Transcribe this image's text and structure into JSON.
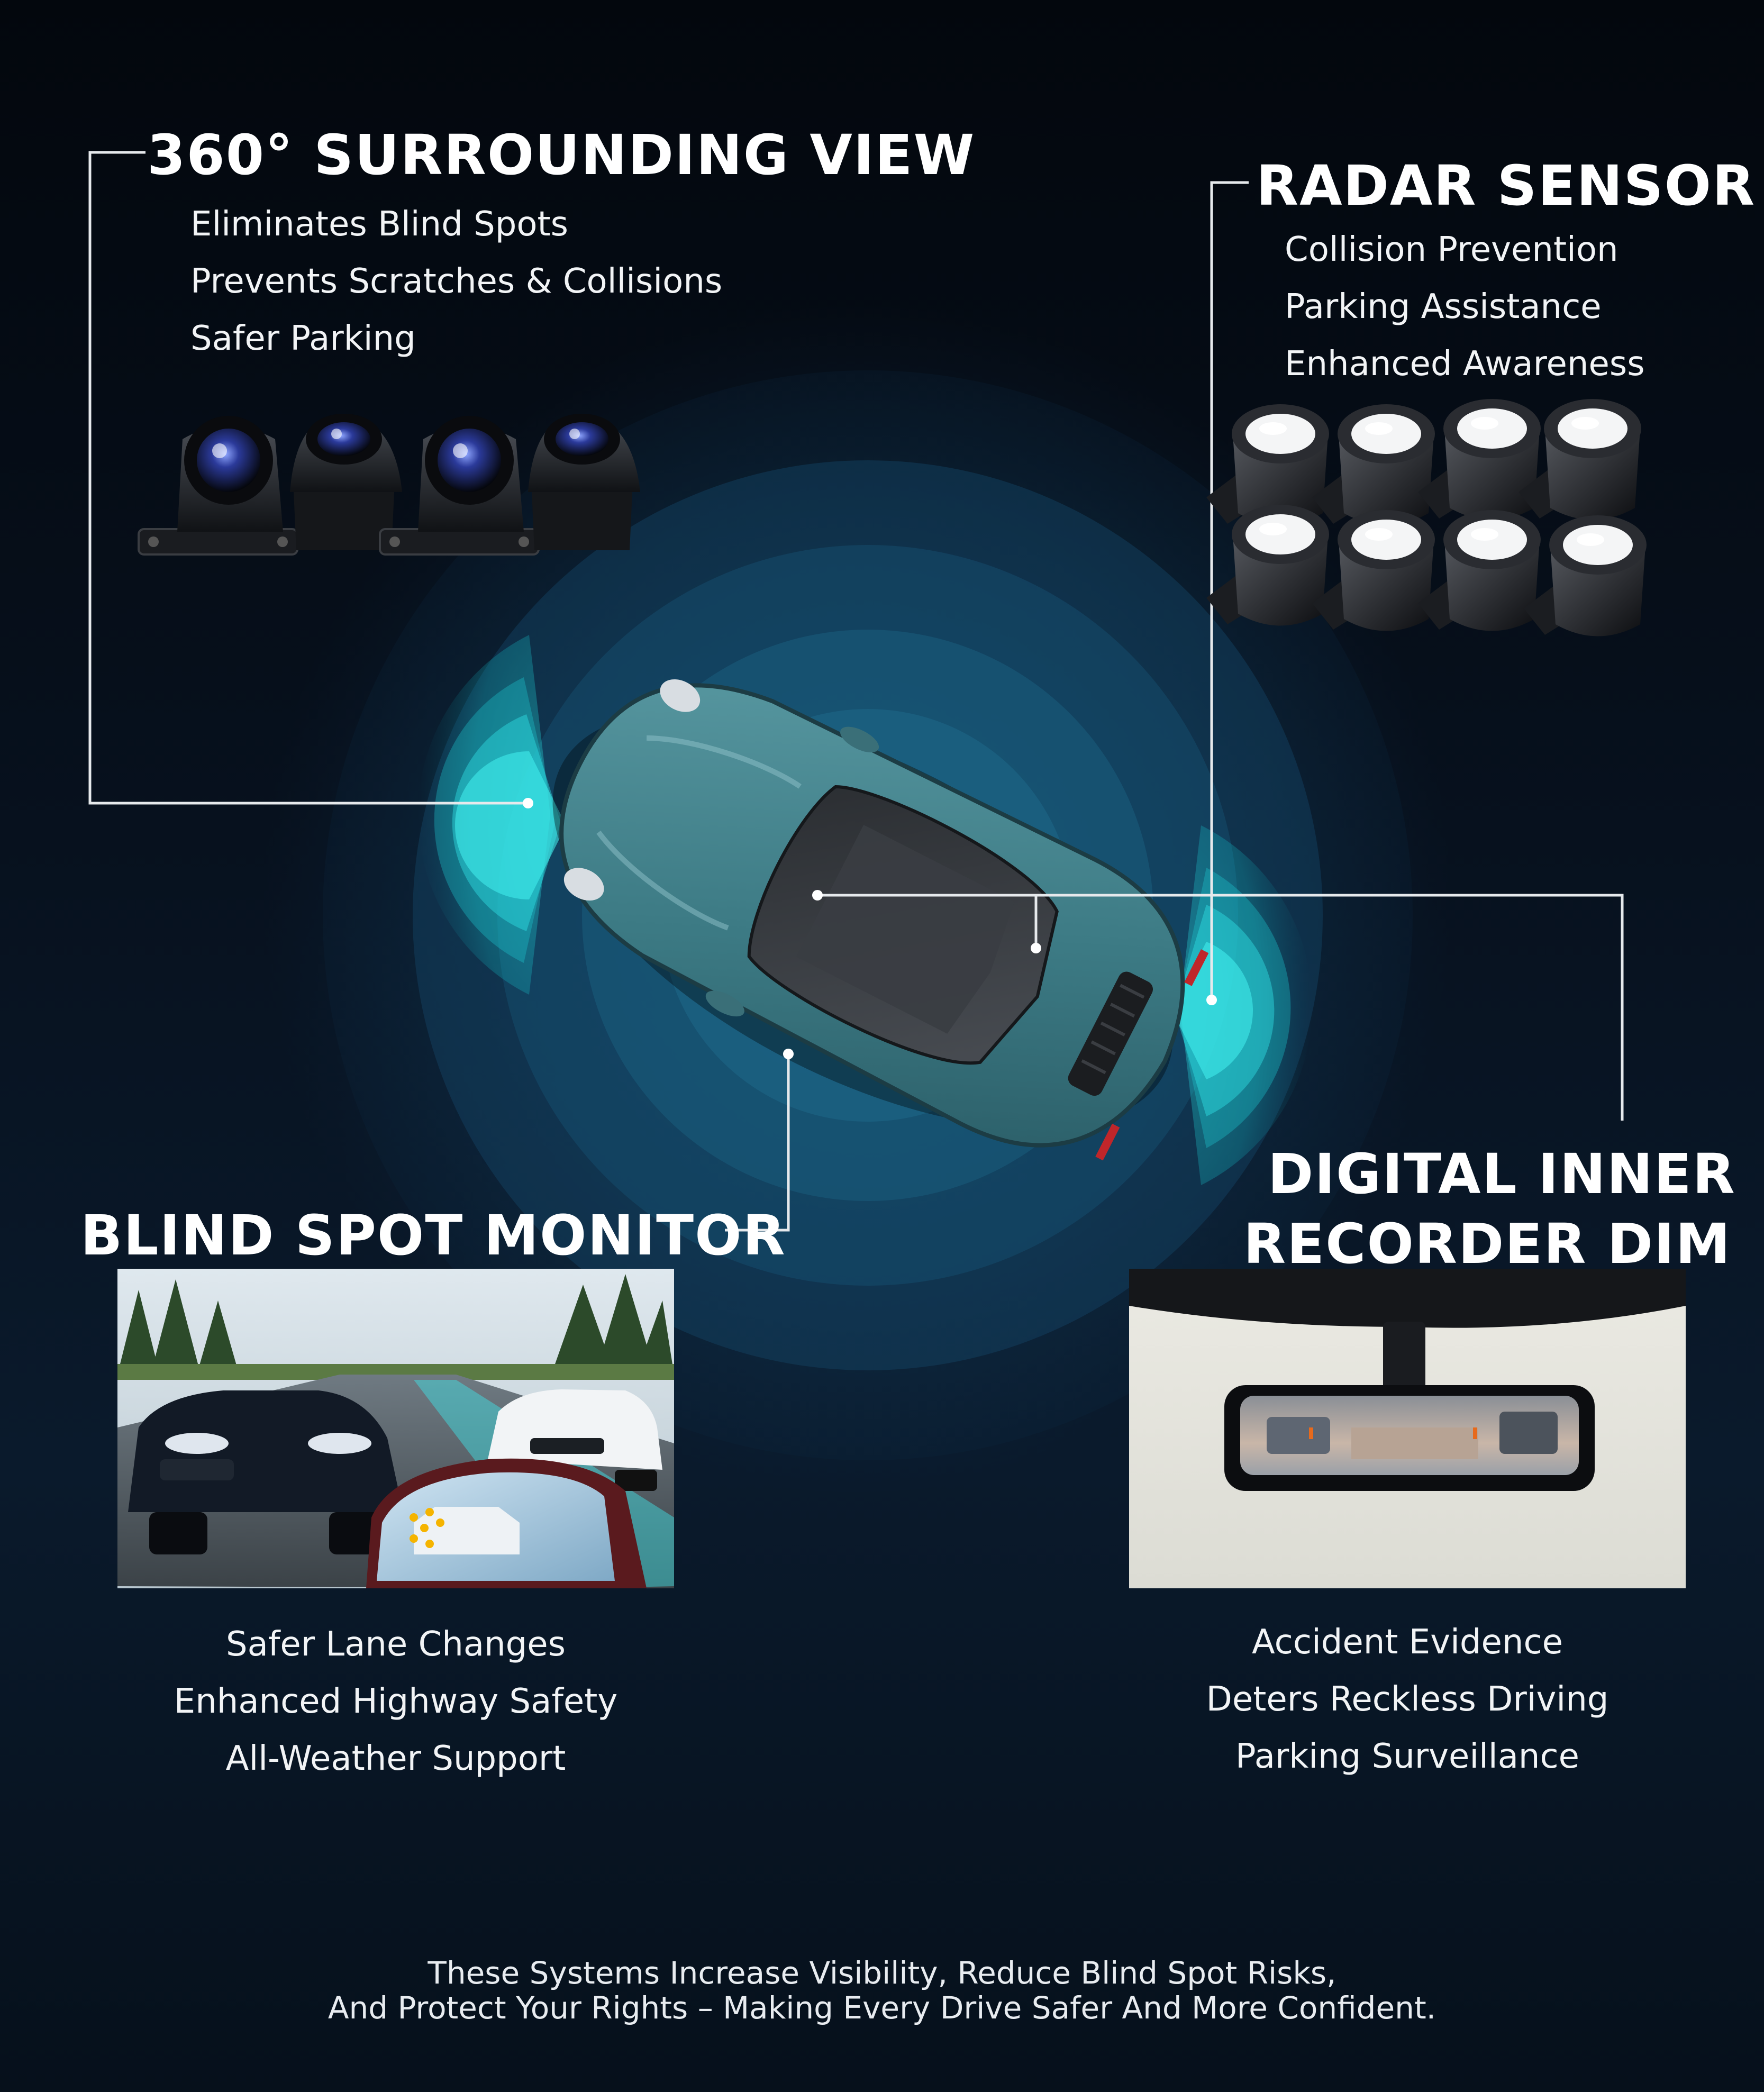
{
  "surround": {
    "title": "360° SURROUNDING VIEW",
    "features": [
      "Eliminates Blind Spots",
      "Prevents Scratches & Collisions",
      "Safer Parking"
    ]
  },
  "radar": {
    "title": "RADAR SENSOR",
    "features": [
      "Collision Prevention",
      "Parking Assistance",
      "Enhanced Awareness"
    ]
  },
  "blindspot": {
    "title": "BLIND SPOT MONITOR",
    "features": [
      "Safer Lane Changes",
      "Enhanced Highway Safety",
      "All-Weather Support"
    ]
  },
  "recorder": {
    "title_line1": "DIGITAL INNER",
    "title_line2": "RECORDER DIM",
    "features": [
      "Accident Evidence",
      "Deters Reckless Driving",
      "Parking Surveillance"
    ]
  },
  "footer": {
    "line1": "These Systems Increase Visibility, Reduce Blind Spot Risks,",
    "line2": "And Protect Your Rights – Making Every Drive Safer And More Confident."
  },
  "colors": {
    "background": "#050a12",
    "radar_glow": "#18d6d8",
    "car_body": "#3e7e88",
    "text": "#ffffff"
  },
  "icons": [
    "camera-icon",
    "radar-sensor-icon",
    "car-icon",
    "mirror-icon"
  ]
}
